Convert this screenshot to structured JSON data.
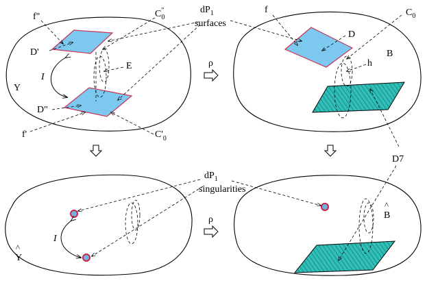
{
  "labels": {
    "f_dprime": "f\"",
    "c0_dprime_main": "C",
    "c0_dprime_sub": "0",
    "c0_dprime_sup": "\"",
    "dp1_main": "dP",
    "dp1_sub": "1",
    "surfaces": "surfaces",
    "singularities": "singularities",
    "f": "f",
    "c0_main": "C",
    "c0_sub": "0",
    "d_prime": "D'",
    "e": "E",
    "d": "D",
    "b": "B",
    "rho": "ρ",
    "i": "I",
    "y": "Y",
    "h": "h",
    "d_dprime": "D\"",
    "f_prime": "f'",
    "c0_prime_main": "C'",
    "c0_prime_sub": "0",
    "d7": "D7",
    "b_hat": "B",
    "y_hat": "Y",
    "hat": "^"
  },
  "colors": {
    "surface_fill": "#7cc8ee",
    "surface_edge": "#cc3355",
    "hatch_fill": "#2fbfb8",
    "singularity_fill": "#6fb3e0",
    "singularity_edge": "#cc2244"
  }
}
